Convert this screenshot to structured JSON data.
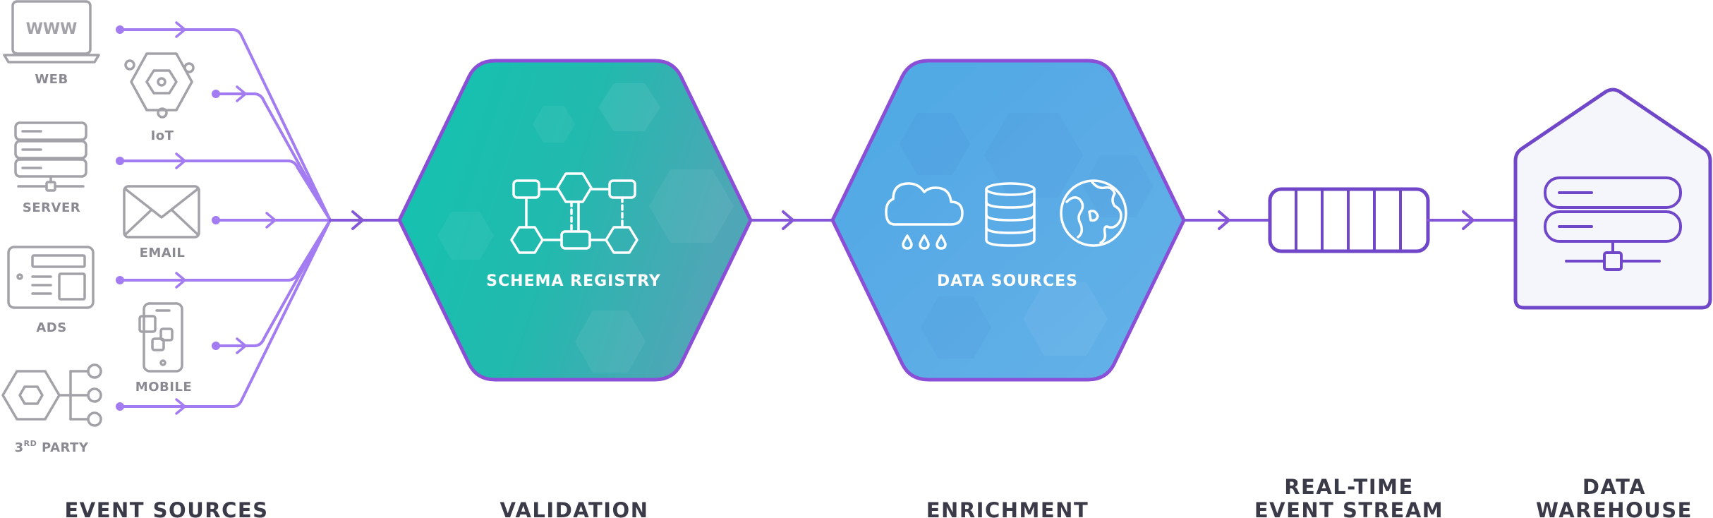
{
  "sources": {
    "web": "WEB",
    "iot": "IoT",
    "server": "SERVER",
    "email": "EMAIL",
    "ads": "ADS",
    "mobile": "MOBILE",
    "third_party_num": "3",
    "third_party_sup": "RD",
    "third_party_rest": " PARTY",
    "www_text": "WWW"
  },
  "validation": {
    "hex_label": "SCHEMA REGISTRY"
  },
  "enrichment": {
    "hex_label": "DATA SOURCES"
  },
  "sections": {
    "event_sources": "EVENT SOURCES",
    "validation": "VALIDATION",
    "enrichment": "ENRICHMENT",
    "stream_line1": "REAL-TIME",
    "stream_line2": "EVENT STREAM",
    "warehouse_line1": "DATA",
    "warehouse_line2": "WAREHOUSE"
  },
  "colors": {
    "wire": "#a27cf0",
    "wire_dark": "#8456d8",
    "hex_border": "#8a4fd6",
    "validation_fill": "#1cbfae",
    "enrichment_fill": "#5aa8e6",
    "icon_gray": "#a2a2a8",
    "section_text": "#3a3a48"
  },
  "icons": [
    "laptop-icon",
    "iot-chip-icon",
    "server-icon",
    "envelope-icon",
    "ads-icon",
    "mobile-icon",
    "third-party-hub-icon",
    "schema-graph-icon",
    "cloud-rain-icon",
    "database-icon",
    "globe-icon",
    "stream-buffer-icon",
    "warehouse-server-icon"
  ]
}
